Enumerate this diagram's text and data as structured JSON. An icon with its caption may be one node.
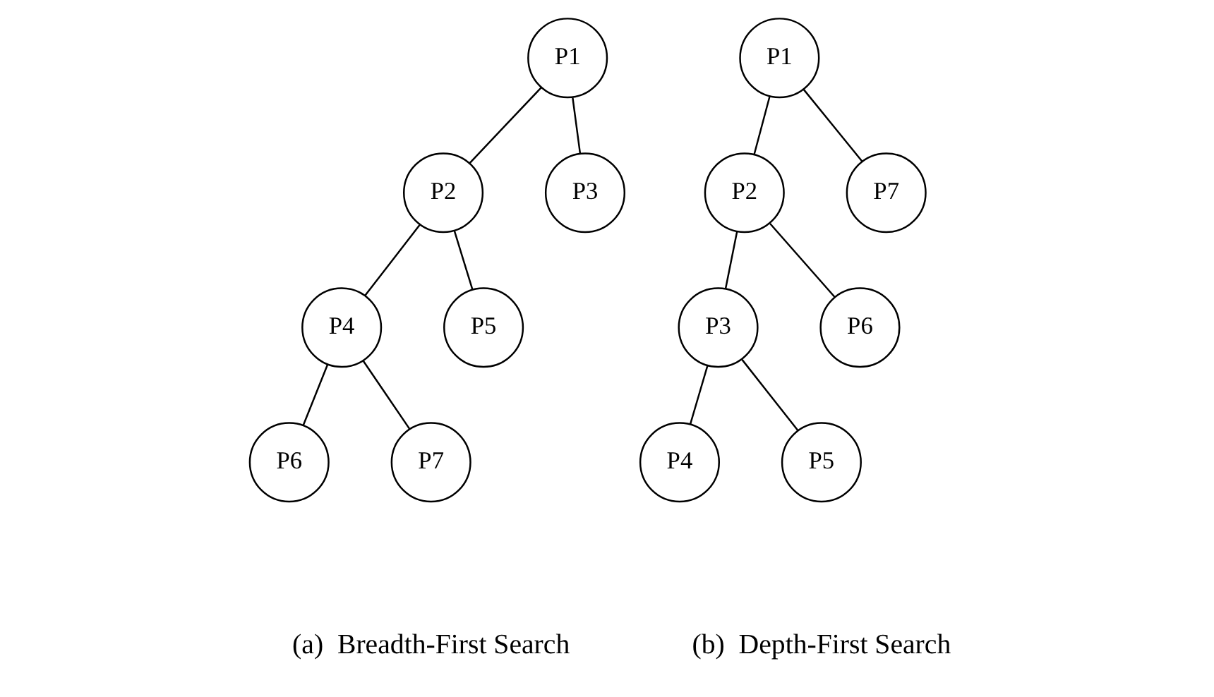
{
  "diagram": {
    "nodes": [
      {
        "text": [
          "P1"
        ]
      },
      {
        "text": [
          "P2"
        ]
      },
      {
        "text": [
          "P3"
        ]
      },
      {
        "text": [
          "P4"
        ]
      },
      {
        "text": [
          "P5"
        ]
      },
      {
        "text": [
          "P6"
        ]
      },
      {
        "text": [
          "P7"
        ]
      },
      {
        "text": [
          "P1"
        ]
      },
      {
        "text": [
          "P2"
        ]
      },
      {
        "text": [
          "P7"
        ]
      },
      {
        "text": [
          "P3"
        ]
      },
      {
        "text": [
          "P6"
        ]
      },
      {
        "text": [
          "P4"
        ]
      },
      {
        "text": [
          "P5"
        ]
      }
    ],
    "edges": [
      {
        "from": 0,
        "to": 1,
        "arrow": "none"
      },
      {
        "from": 0,
        "to": 2,
        "arrow": "none"
      },
      {
        "from": 1,
        "to": 3,
        "arrow": "none"
      },
      {
        "from": 1,
        "to": 4,
        "arrow": "none"
      },
      {
        "from": 3,
        "to": 5,
        "arrow": "none"
      },
      {
        "from": 3,
        "to": 6,
        "arrow": "none"
      },
      {
        "from": 7,
        "to": 8,
        "arrow": "none"
      },
      {
        "from": 7,
        "to": 9,
        "arrow": "none"
      },
      {
        "from": 8,
        "to": 10,
        "arrow": "none"
      },
      {
        "from": 8,
        "to": 11,
        "arrow": "none"
      },
      {
        "from": 10,
        "to": 12,
        "arrow": "none"
      },
      {
        "from": 10,
        "to": 13,
        "arrow": "none"
      }
    ],
    "labels": [
      "(a)  Breadth-First Search",
      "(b)  Depth-First Search"
    ]
  }
}
